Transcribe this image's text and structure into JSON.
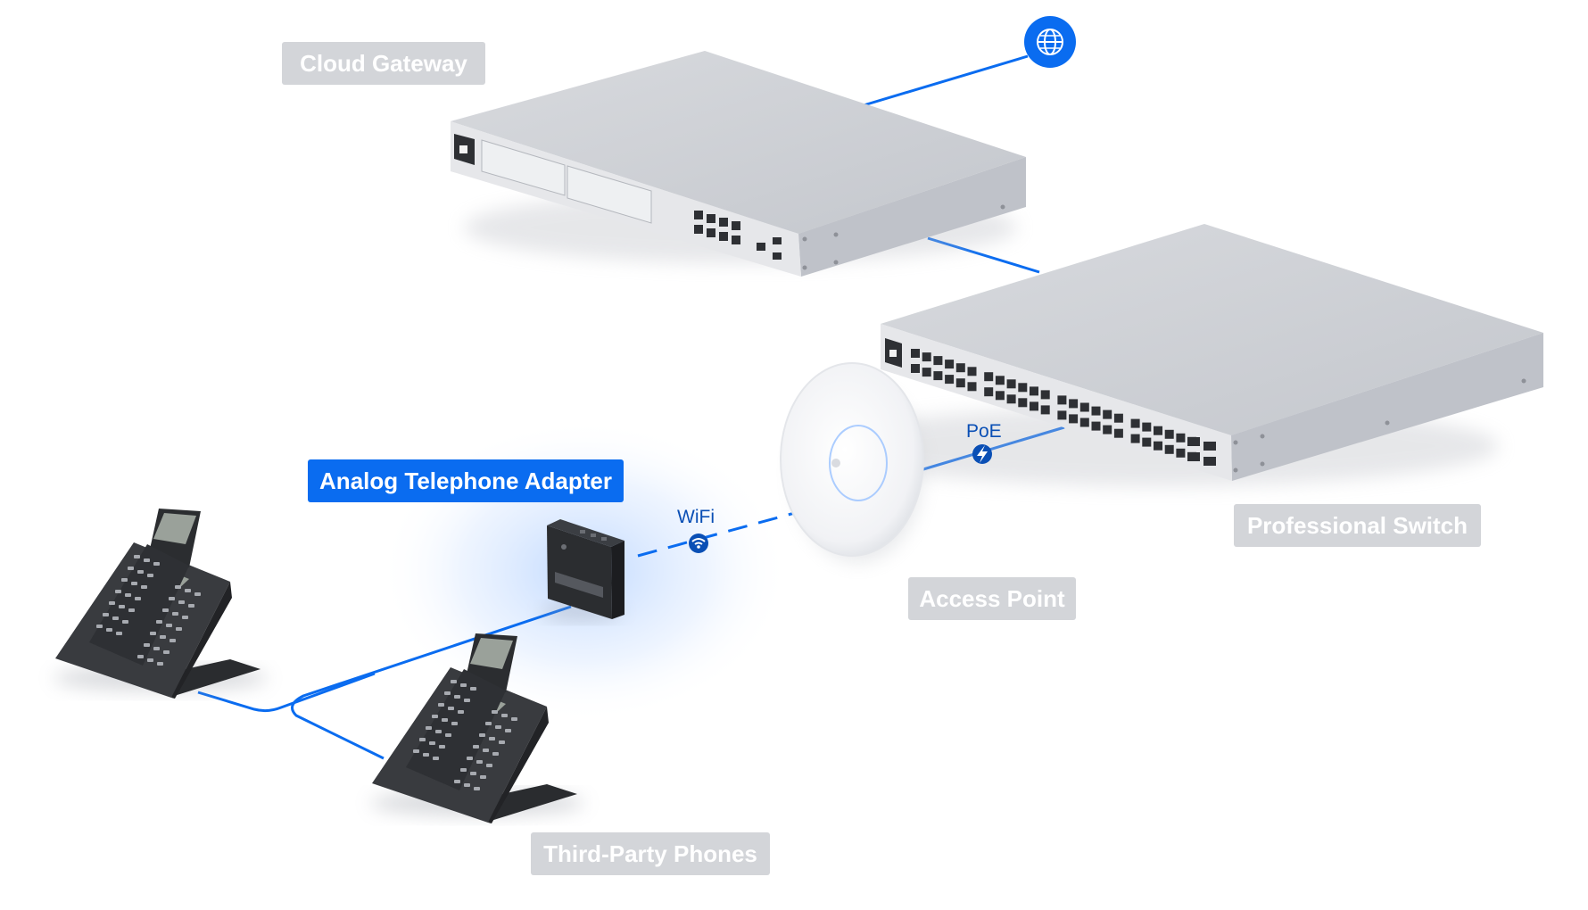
{
  "labels": {
    "cloud_gateway": "Cloud Gateway",
    "professional_switch": "Professional Switch",
    "access_point": "Access Point",
    "analog_telephone_adapter": "Analog Telephone Adapter",
    "third_party_phones": "Third-Party Phones"
  },
  "links": {
    "poe": "PoE",
    "wifi": "WiFi"
  },
  "icons": {
    "internet": "globe-icon",
    "poe": "lightning-icon",
    "wifi": "wifi-icon"
  },
  "colors": {
    "connection_line": "#0a6cf0",
    "active_label": "#0a6cf0",
    "inactive_label": "#d3d5d9",
    "device_silver": "#c9ccd2",
    "phone_body": "#2b2d30"
  }
}
